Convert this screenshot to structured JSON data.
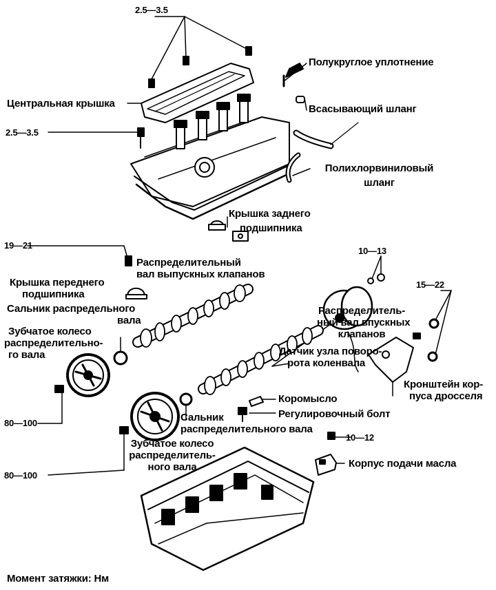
{
  "torque": {
    "top_cover_bolts": "2.5—3.5",
    "left_cover_bolt": "2.5—3.5",
    "cam_cap_bolt": "19—21",
    "sensor_bolts": "10—13",
    "bracket_nuts": "15—22",
    "sprocket_bolt_upper": "80—100",
    "sprocket_bolt_lower": "80—100",
    "oil_housing_bolt": "10—12"
  },
  "labels": {
    "semicircular_seal": "Полукруглое уплотнение",
    "intake_hose": "Всасывающий шланг",
    "central_cover": "Центральная крышка",
    "pvc_hose_line1": "Полихлорвиниловый",
    "pvc_hose_line2": "шланг",
    "rear_cap_line1": "Крышка заднего",
    "rear_cap_line2": "подшипника",
    "exhaust_cam_line1": "Распределительный",
    "exhaust_cam_line2": "вал выпускных  клапанов",
    "front_cap_line1": "Крышка переднего",
    "front_cap_line2": "подшипника",
    "cam_seal_upper_line1": "Сальник распредельного",
    "cam_seal_upper_line2": "вала",
    "sprocket_upper_line1": "Зубчатое колесо",
    "sprocket_upper_line2": "распределительно-",
    "sprocket_upper_line3": "го вала",
    "intake_cam_line1": "Распределитель-",
    "intake_cam_line2": "ный вал впускных",
    "intake_cam_line3": "клапанов",
    "crank_sensor_line1": "Датчик узла поворо-",
    "crank_sensor_line2": "рота коленвала",
    "throttle_bracket_line1": "Кронштейн кор-",
    "throttle_bracket_line2": "пуса дросселя",
    "rocker": "Коромысло",
    "adjust_bolt": "Регулировочный болт",
    "cam_seal_lower_line1": "Сальник",
    "cam_seal_lower_line2": "распределительного вала",
    "sprocket_lower_line1": "Зубчатое колесо",
    "sprocket_lower_line2": "распределитель-",
    "sprocket_lower_line3": "ного вала",
    "oil_housing": "Корпус подачи масла",
    "footer": "Момент затяжки: Нм"
  }
}
